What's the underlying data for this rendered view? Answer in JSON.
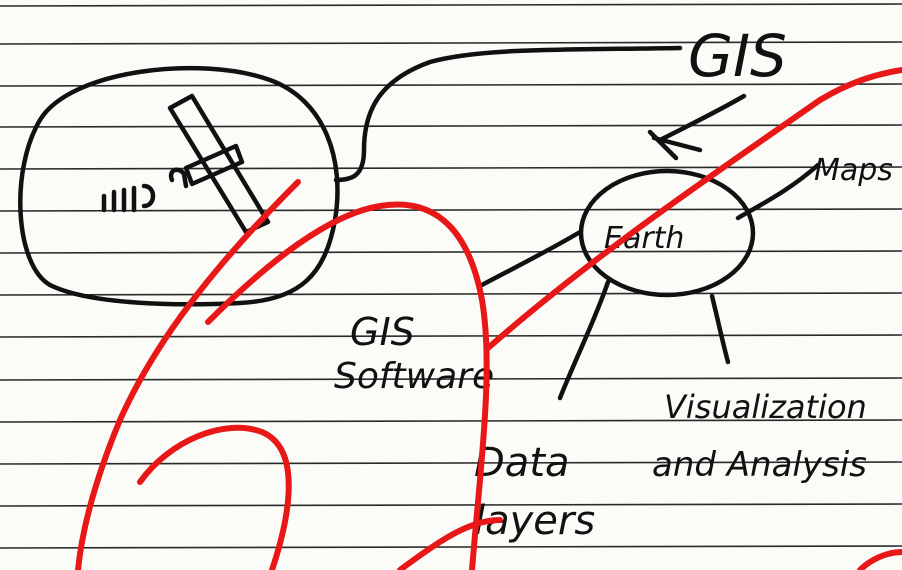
{
  "diagram": {
    "title_label": "GIS",
    "center_node": "Earth",
    "branches": {
      "maps": "Maps",
      "gis_software_line1": "GIS",
      "gis_software_line2": "Software",
      "data_layers_line1": "Data",
      "data_layers_line2": "layers",
      "visualization_line1": "Visualization",
      "visualization_line2": "and Analysis"
    },
    "satellite_icon": "satellite-icon",
    "colors": {
      "ink": "#111111",
      "overlay": "#e81818",
      "paper": "#fbfbf8",
      "rule": "#2a2a2a"
    }
  }
}
